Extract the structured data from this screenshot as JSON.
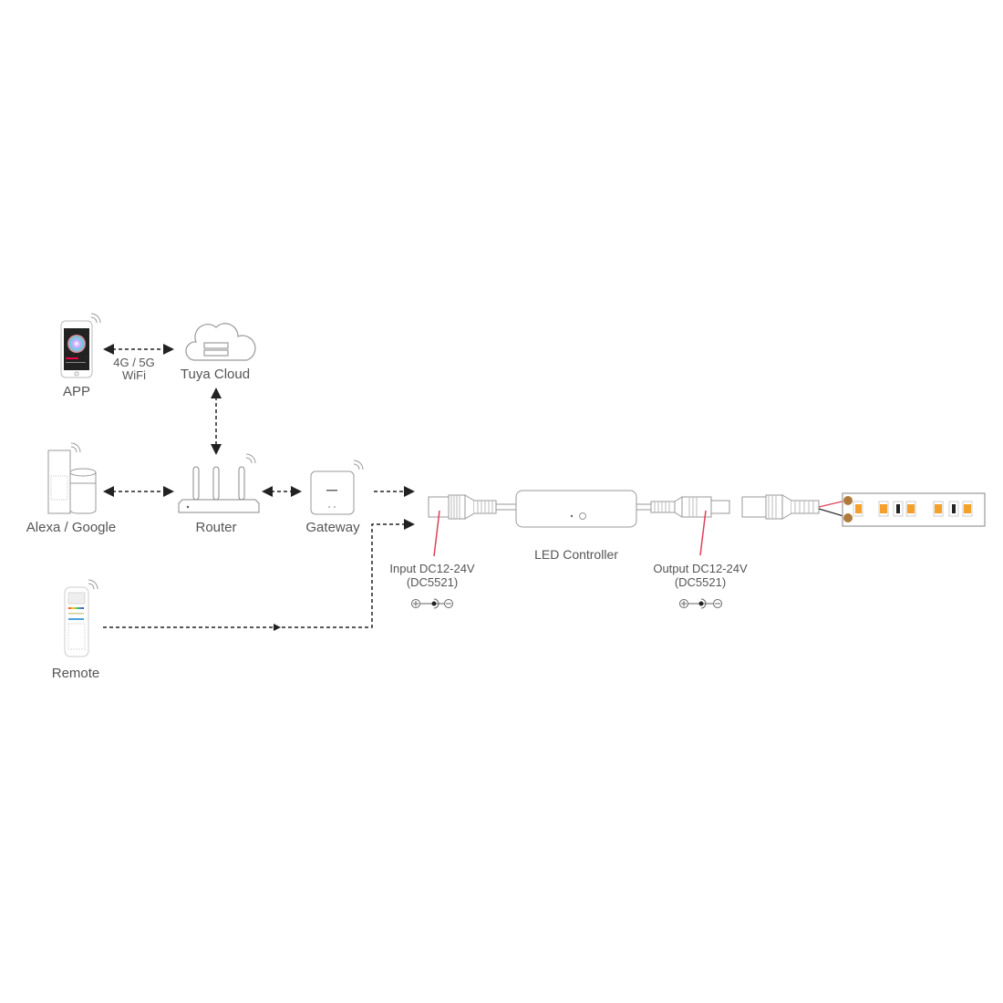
{
  "nodes": {
    "app": {
      "label": "APP"
    },
    "cloud": {
      "label": "Tuya Cloud"
    },
    "link_app_cloud": {
      "line1": "4G / 5G",
      "line2": "WiFi"
    },
    "voice": {
      "label": "Alexa / Google"
    },
    "router": {
      "label": "Router"
    },
    "gateway": {
      "label": "Gateway"
    },
    "remote": {
      "label": "Remote"
    },
    "controller": {
      "label": "LED Controller"
    },
    "input": {
      "line1": "Input DC12-24V",
      "line2": "(DC5521)"
    },
    "output": {
      "line1": "Output DC12-24V",
      "line2": "(DC5521)"
    }
  },
  "colors": {
    "line": "#222222",
    "outline": "#9a9a9a",
    "pointer": "#e0405a",
    "led": "#f5a02a",
    "pad": "#b07a3c"
  },
  "icons": [
    "smartphone-icon",
    "cloud-server-icon",
    "smart-speaker-icon",
    "router-icon",
    "gateway-icon",
    "remote-icon",
    "dc-female-jack-icon",
    "controller-box-icon",
    "dc-male-plug-icon",
    "led-strip-icon",
    "polarity-icon"
  ]
}
